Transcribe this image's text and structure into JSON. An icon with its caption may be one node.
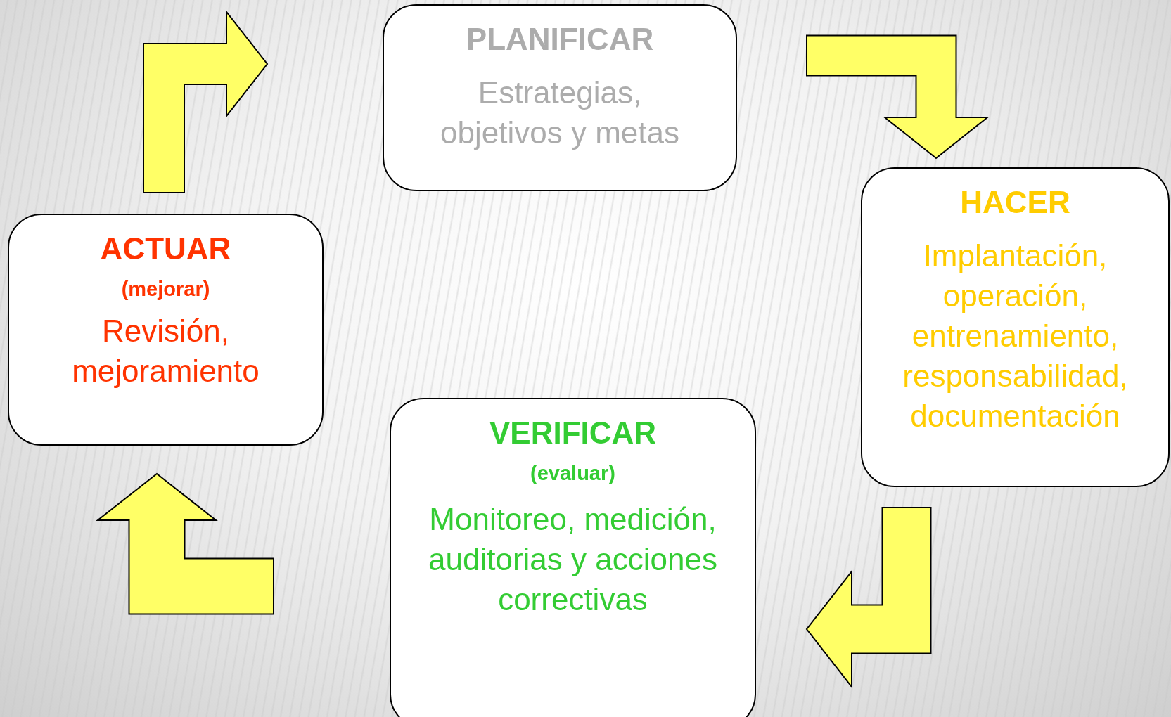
{
  "diagram": {
    "nodes": [
      {
        "text": [
          "PLANIFICAR",
          "Estrategias, objetivos y metas"
        ]
      },
      {
        "text": [
          "HACER",
          "Implantación, operación, entrenamiento, responsabilidad, documentación"
        ]
      },
      {
        "text": [
          "VERIFICAR",
          "(evaluar)",
          "Monitoreo, medición, auditorias y acciones correctivas"
        ]
      },
      {
        "text": [
          "ACTUAR",
          "(mejorar)",
          "Revisión, mejoramiento"
        ]
      }
    ],
    "edges": [
      {
        "from": 0,
        "to": 1,
        "arrow": "to"
      },
      {
        "from": 1,
        "to": 2,
        "arrow": "to"
      },
      {
        "from": 2,
        "to": 3,
        "arrow": "to"
      },
      {
        "from": 3,
        "to": 0,
        "arrow": "to"
      }
    ]
  }
}
